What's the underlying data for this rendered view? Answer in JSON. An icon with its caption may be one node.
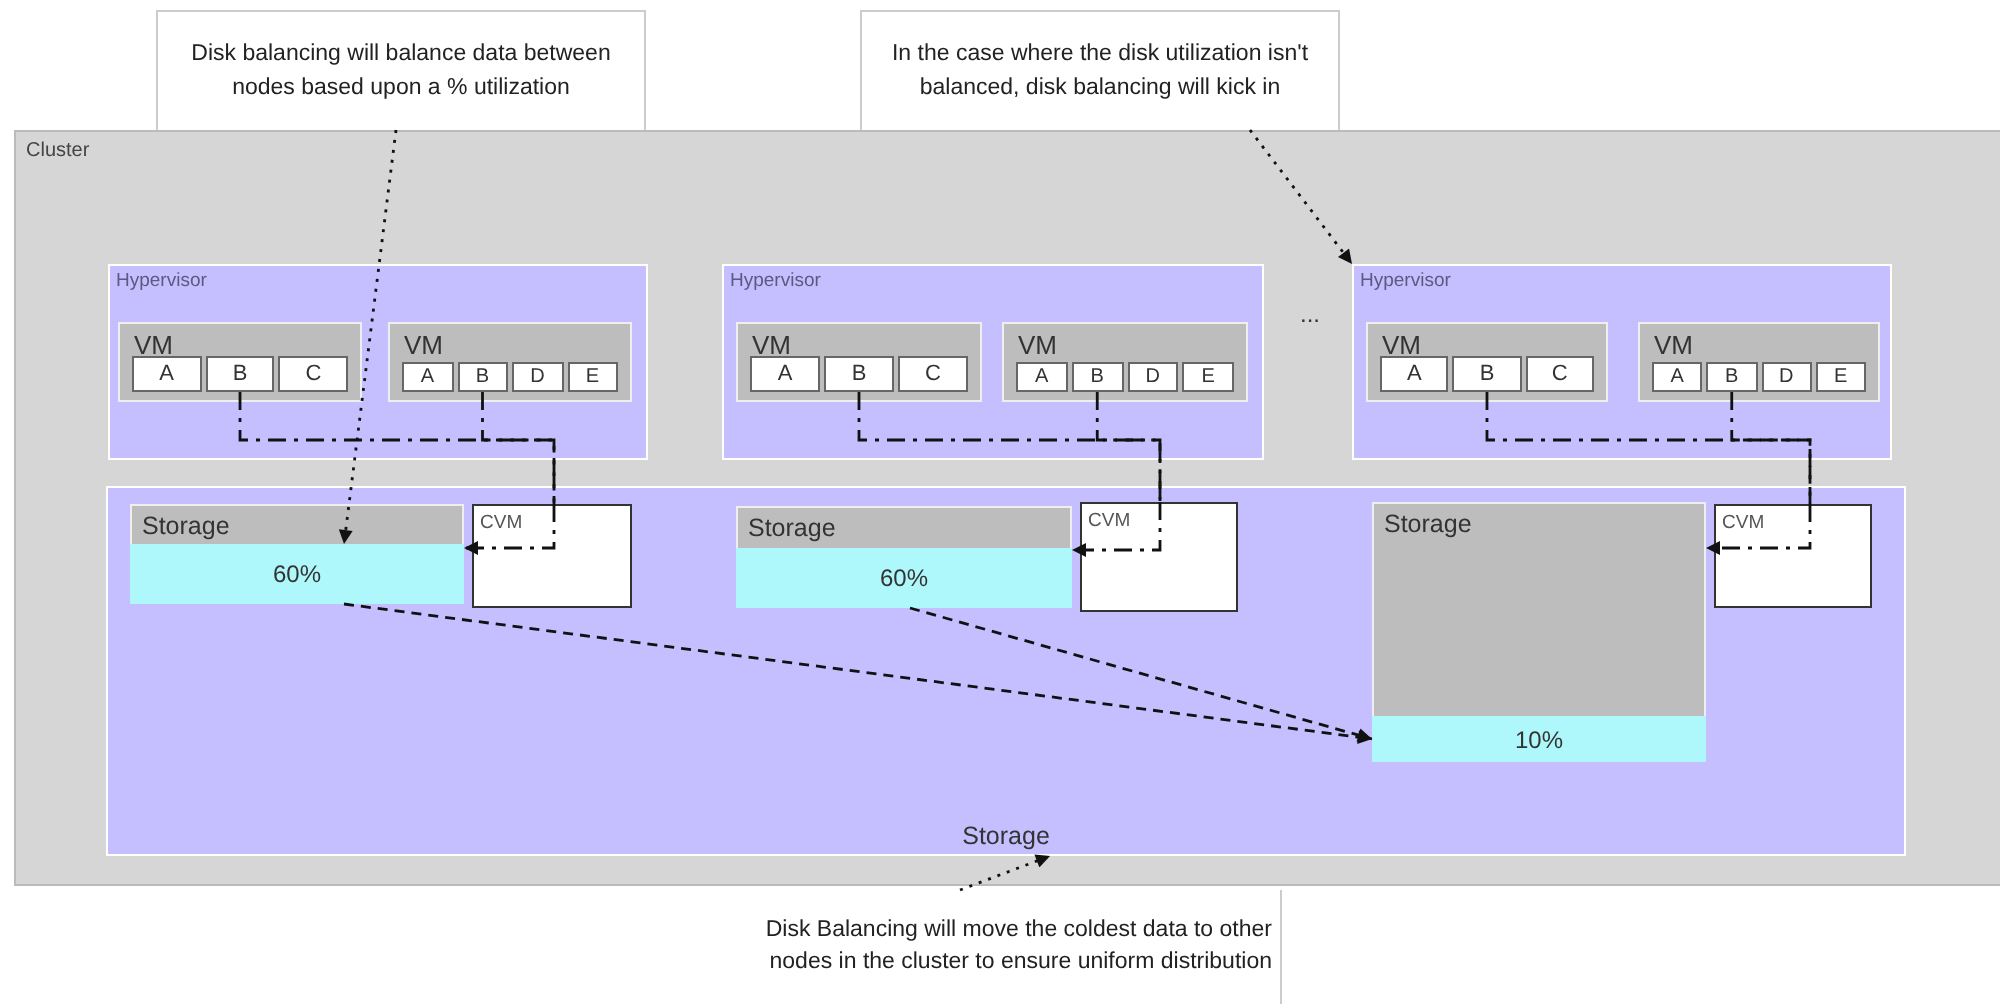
{
  "diagram": {
    "nodes": [
      {
        "text": [
          "Disk balancing will balance data between nodes based upon a % utilization"
        ]
      },
      {
        "text": [
          "In the case where the disk utilization isn't balanced, disk balancing will kick in"
        ]
      },
      {
        "text": [
          "Cluster"
        ]
      },
      {
        "text": [
          "Hypervisor"
        ],
        "in": 2
      },
      {
        "text": [
          "VM"
        ],
        "in": 3
      },
      {
        "text": [
          "A"
        ],
        "in": 4
      },
      {
        "text": [
          "B"
        ],
        "in": 4
      },
      {
        "text": [
          "C"
        ],
        "in": 4
      },
      {
        "text": [
          "VM"
        ],
        "in": 3
      },
      {
        "text": [
          "A"
        ],
        "in": 8
      },
      {
        "text": [
          "B"
        ],
        "in": 8
      },
      {
        "text": [
          "D"
        ],
        "in": 8
      },
      {
        "text": [
          "E"
        ],
        "in": 8
      },
      {
        "text": [
          "Hypervisor"
        ],
        "in": 2
      },
      {
        "text": [
          "VM"
        ],
        "in": 13
      },
      {
        "text": [
          "A"
        ],
        "in": 14
      },
      {
        "text": [
          "B"
        ],
        "in": 14
      },
      {
        "text": [
          "C"
        ],
        "in": 14
      },
      {
        "text": [
          "VM"
        ],
        "in": 13
      },
      {
        "text": [
          "A"
        ],
        "in": 18
      },
      {
        "text": [
          "B"
        ],
        "in": 18
      },
      {
        "text": [
          "D"
        ],
        "in": 18
      },
      {
        "text": [
          "E"
        ],
        "in": 18
      },
      {
        "text": [
          "Hypervisor"
        ],
        "in": 2
      },
      {
        "text": [
          "VM"
        ],
        "in": 23
      },
      {
        "text": [
          "A"
        ],
        "in": 24
      },
      {
        "text": [
          "B"
        ],
        "in": 24
      },
      {
        "text": [
          "C"
        ],
        "in": 24
      },
      {
        "text": [
          "VM"
        ],
        "in": 23
      },
      {
        "text": [
          "A"
        ],
        "in": 28
      },
      {
        "text": [
          "B"
        ],
        "in": 28
      },
      {
        "text": [
          "D"
        ],
        "in": 28
      },
      {
        "text": [
          "E"
        ],
        "in": 28
      },
      {
        "text": [
          "Storage"
        ],
        "in": 2
      },
      {
        "text": [
          "Storage"
        ],
        "in": 33
      },
      {
        "text": [
          "60%"
        ],
        "in": 34
      },
      {
        "text": [
          "CVM"
        ],
        "in": 33
      },
      {
        "text": [
          "Storage"
        ],
        "in": 33
      },
      {
        "text": [
          "60%"
        ],
        "in": 37
      },
      {
        "text": [
          "CVM"
        ],
        "in": 33
      },
      {
        "text": [
          "Storage"
        ],
        "in": 33
      },
      {
        "text": [
          "10%"
        ],
        "in": 40
      },
      {
        "text": [
          "CVM"
        ],
        "in": 33
      },
      {
        "text": [
          "Disk Balancing will move the coldest data to other nodes in the cluster to ensure uniform distribution"
        ]
      }
    ],
    "edges": [
      {
        "from": 0,
        "to": 35,
        "arrow": "to",
        "style": "dashed"
      },
      {
        "from": 1,
        "to": 23,
        "arrow": "to",
        "style": "dashed"
      },
      {
        "from": 43,
        "to": 33,
        "arrow": "to",
        "style": "dashed"
      },
      {
        "from": 6,
        "to": 36,
        "arrow": "none",
        "style": "dashed"
      },
      {
        "from": 10,
        "to": 36,
        "arrow": "none",
        "style": "dashed"
      },
      {
        "from": 36,
        "to": 35,
        "arrow": "to",
        "style": "dashed"
      },
      {
        "from": 16,
        "to": 39,
        "arrow": "none",
        "style": "dashed"
      },
      {
        "from": 20,
        "to": 39,
        "arrow": "none",
        "style": "dashed"
      },
      {
        "from": 39,
        "to": 38,
        "arrow": "to",
        "style": "dashed"
      },
      {
        "from": 26,
        "to": 42,
        "arrow": "none",
        "style": "dashed"
      },
      {
        "from": 30,
        "to": 42,
        "arrow": "none",
        "style": "dashed"
      },
      {
        "from": 42,
        "to": 40,
        "arrow": "to",
        "style": "dashed"
      },
      {
        "from": 35,
        "to": 41,
        "arrow": "to",
        "style": "dashed"
      },
      {
        "from": 38,
        "to": 41,
        "arrow": "to",
        "style": "dashed"
      }
    ],
    "labels": [
      "..."
    ]
  }
}
